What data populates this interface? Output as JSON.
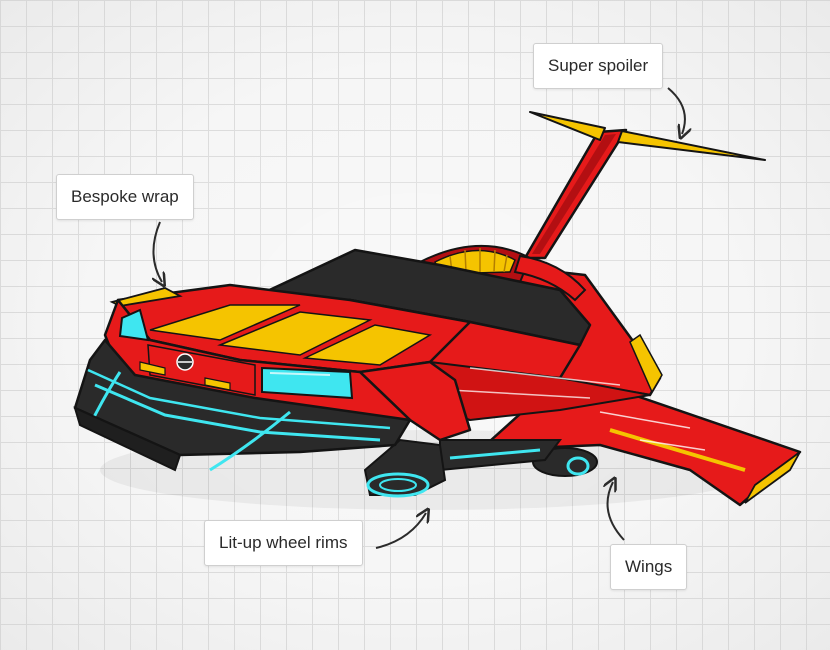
{
  "labels": {
    "super_spoiler": "Super spoiler",
    "bespoke_wrap": "Bespoke wrap",
    "wheel_rims": "Lit-up wheel rims",
    "wings": "Wings"
  },
  "colors": {
    "body_red": "#e61a1a",
    "shade_red": "#b30f12",
    "stripe_yellow": "#f5c400",
    "glass_dark": "#2a2a2a",
    "light_cyan": "#3fe6f0",
    "outline": "#141414"
  },
  "icons": [
    "car-illustration",
    "curved-arrow-icon"
  ]
}
